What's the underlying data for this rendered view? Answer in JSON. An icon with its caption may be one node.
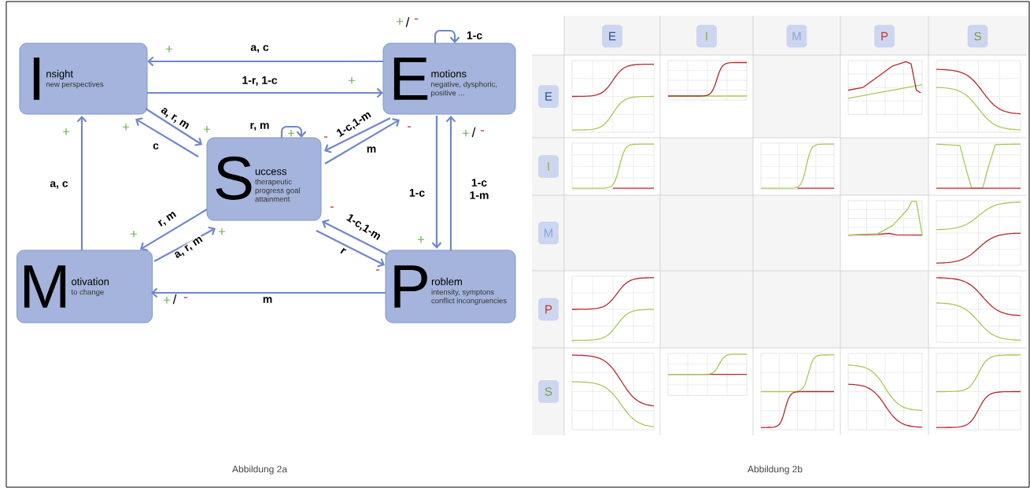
{
  "diagram": {
    "nodes": [
      {
        "text": [
          "I",
          "nsight",
          "new perspectives"
        ]
      },
      {
        "text": [
          "E",
          "motions",
          "negative, dysphoric, positive ..."
        ]
      },
      {
        "text": [
          "S",
          "uccess",
          "therapeutic progress goal attainment"
        ]
      },
      {
        "text": [
          "M",
          "otivation",
          "to change"
        ]
      },
      {
        "text": [
          "P",
          "roblem",
          "intensity, symptons conflict incongruencies"
        ]
      },
      {
        "text": [
          "E"
        ]
      },
      {
        "text": [
          "I"
        ]
      },
      {
        "text": [
          "M"
        ]
      },
      {
        "text": [
          "P"
        ]
      },
      {
        "text": [
          "S"
        ]
      },
      {
        "text": [
          "E"
        ]
      },
      {
        "text": [
          "I"
        ]
      },
      {
        "text": [
          "M"
        ]
      },
      {
        "text": [
          "P"
        ]
      },
      {
        "text": [
          "S"
        ]
      }
    ],
    "edges": [
      {
        "from": 1,
        "to": 0,
        "arrow": "to",
        "label": "a, c"
      },
      {
        "from": 0,
        "to": 1,
        "arrow": "to",
        "label": "1-r, 1-c"
      },
      {
        "from": 0,
        "to": 2,
        "arrow": "to",
        "label": "a, r, m"
      },
      {
        "from": 2,
        "to": 0,
        "arrow": "to",
        "label": "c"
      },
      {
        "from": 2,
        "to": 2,
        "arrow": "to",
        "label": "r, m"
      },
      {
        "from": 1,
        "to": 2,
        "arrow": "to",
        "label": "1-c,1-m"
      },
      {
        "from": 2,
        "to": 1,
        "arrow": "to",
        "label": "m"
      },
      {
        "from": 1,
        "to": 1,
        "arrow": "to",
        "label": "1-c"
      },
      {
        "from": 1,
        "to": 4,
        "arrow": "to",
        "label": "1-c"
      },
      {
        "from": 4,
        "to": 1,
        "arrow": "to",
        "label": "1-c 1-m"
      },
      {
        "from": 3,
        "to": 0,
        "arrow": "to",
        "label": "a, c"
      },
      {
        "from": 2,
        "to": 3,
        "arrow": "to",
        "label": "r, m"
      },
      {
        "from": 3,
        "to": 2,
        "arrow": "to",
        "label": "a, r, m"
      },
      {
        "from": 4,
        "to": 2,
        "arrow": "to",
        "label": "1-c,1-m"
      },
      {
        "from": 2,
        "to": 4,
        "arrow": "to",
        "label": "r"
      },
      {
        "from": 4,
        "to": 3,
        "arrow": "to",
        "label": "m"
      }
    ],
    "labels": [
      "+",
      "/",
      "-",
      "+",
      "+",
      "+",
      "+",
      "+",
      "-",
      "-",
      "+",
      "/",
      "-",
      "+",
      "-",
      "+",
      "+",
      "+",
      "-",
      "+",
      "/",
      "-",
      "Abbildung 2a",
      "Abbildung 2b"
    ]
  }
}
